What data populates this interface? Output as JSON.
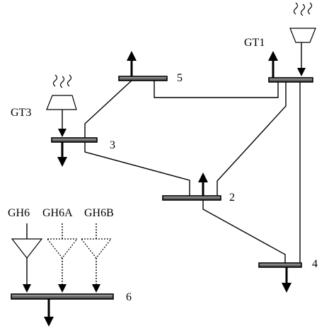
{
  "diagram": {
    "buses": [
      {
        "id": "bus-1",
        "label": ""
      },
      {
        "id": "bus-2",
        "label": "2"
      },
      {
        "id": "bus-3",
        "label": "3"
      },
      {
        "id": "bus-4",
        "label": "4"
      },
      {
        "id": "bus-5",
        "label": "5"
      },
      {
        "id": "bus-6",
        "label": "6"
      }
    ],
    "generators": [
      {
        "id": "gt1",
        "label": "GT1",
        "type": "thermal"
      },
      {
        "id": "gt3",
        "label": "GT3",
        "type": "thermal"
      },
      {
        "id": "gh6",
        "label": "GH6",
        "type": "hydro"
      },
      {
        "id": "gh6a",
        "label": "GH6A",
        "type": "hydro",
        "style": "dotted"
      },
      {
        "id": "gh6b",
        "label": "GH6B",
        "type": "hydro",
        "style": "dotted"
      }
    ],
    "bus_fill_color": "#7a7a7a",
    "line_color": "#000000"
  }
}
